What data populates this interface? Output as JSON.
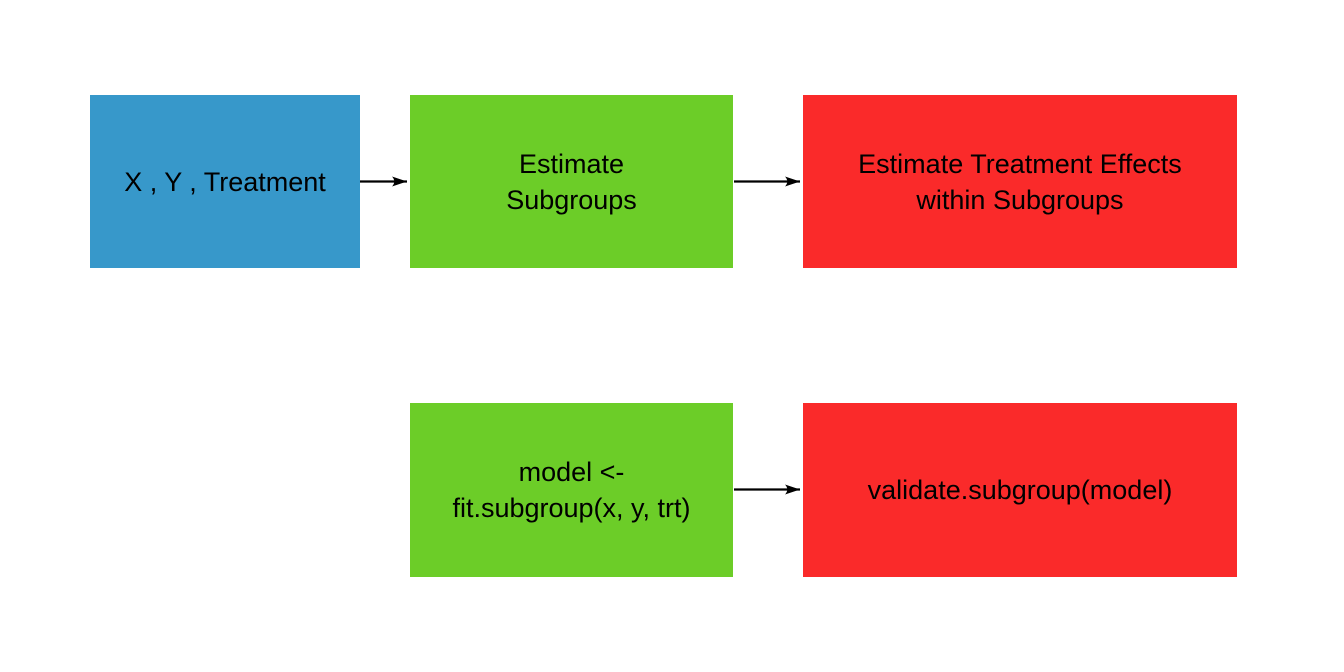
{
  "diagram": {
    "background_color": "#ffffff",
    "text_color": "#000000",
    "arrow_color": "#000000",
    "node_colors": {
      "input_blue": "#3798CA",
      "process_green": "#6CCD28",
      "result_red": "#FA2A2A"
    },
    "nodes": [
      {
        "id": "inputs",
        "label": "X , Y , Treatment",
        "color": "#3798CA"
      },
      {
        "id": "estimate-subgroups",
        "label": "Estimate\nSubgroups",
        "color": "#6CCD28"
      },
      {
        "id": "estimate-treatment-effects",
        "label": "Estimate Treatment Effects\nwithin Subgroups",
        "color": "#FA2A2A"
      },
      {
        "id": "fit-subgroup-code",
        "label": "model <-\nfit.subgroup(x, y, trt)",
        "color": "#6CCD28"
      },
      {
        "id": "validate-subgroup-code",
        "label": "validate.subgroup(model)",
        "color": "#FA2A2A"
      }
    ],
    "edges": [
      {
        "from": "inputs",
        "to": "estimate-subgroups"
      },
      {
        "from": "estimate-subgroups",
        "to": "estimate-treatment-effects"
      },
      {
        "from": "fit-subgroup-code",
        "to": "validate-subgroup-code"
      }
    ]
  }
}
